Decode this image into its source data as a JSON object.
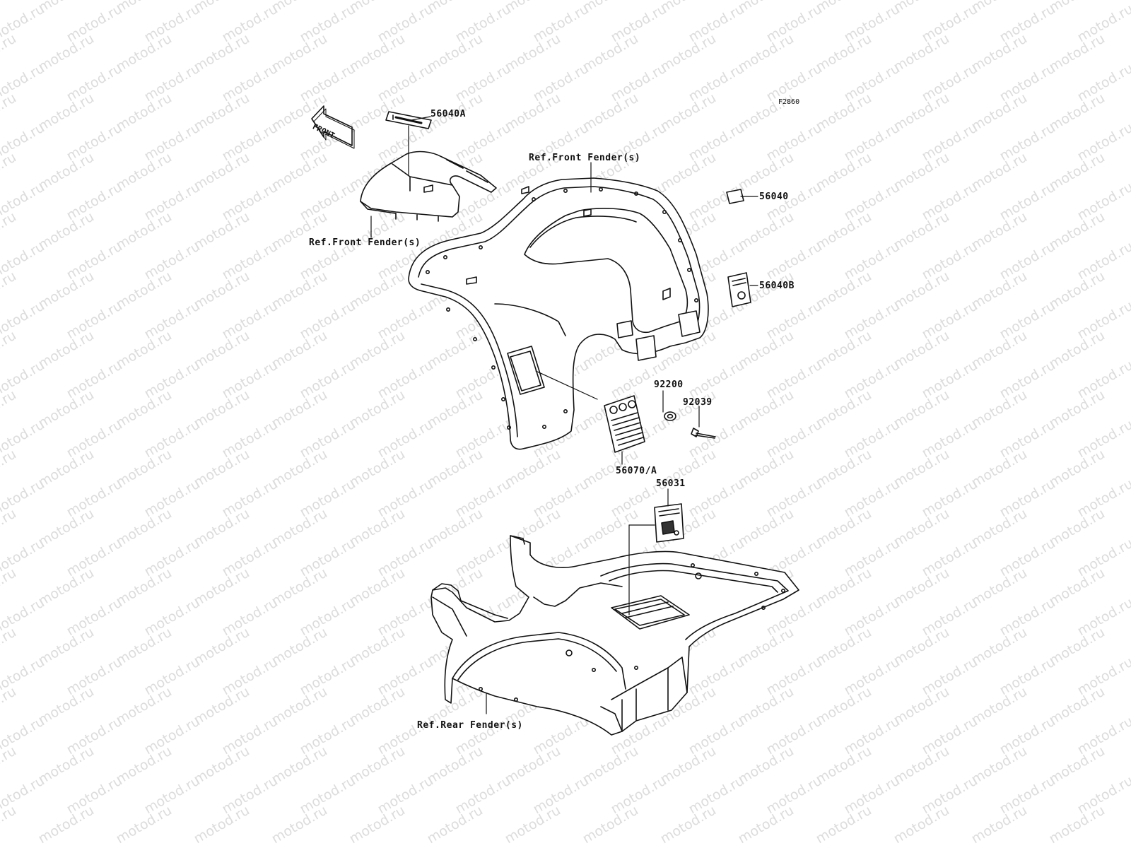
{
  "figure_code": "F2860",
  "watermark": "motod.ru",
  "direction_arrow": {
    "text": "FRONT",
    "icon": "front-direction-arrow-icon"
  },
  "callouts": {
    "p56040A": "56040A",
    "ref_front_fender_upper": "Ref.Front Fender(s)",
    "ref_front_fender_left": "Ref.Front Fender(s)",
    "p56040": "56040",
    "p56040B": "56040B",
    "p92200": "92200",
    "p92039": "92039",
    "p56070A": "56070/A",
    "p56031": "56031",
    "ref_rear_fender": "Ref.Rear Fender(s)"
  },
  "colors": {
    "line": "#111111",
    "watermark": "#dcdcdc",
    "background": "#ffffff"
  }
}
